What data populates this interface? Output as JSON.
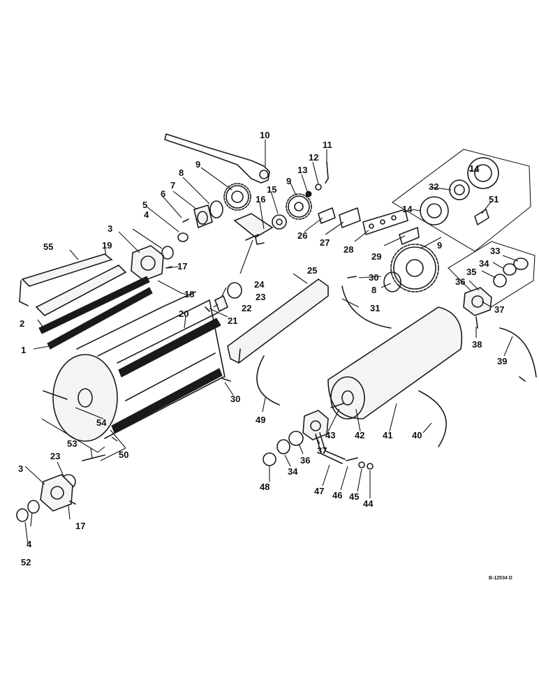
{
  "diagram": {
    "reference_code": "B-12534 D",
    "callouts": [
      "1",
      "2",
      "3",
      "4",
      "5",
      "6",
      "7",
      "8",
      "9",
      "10",
      "11",
      "12",
      "13",
      "14",
      "15",
      "16",
      "17",
      "18",
      "19",
      "20",
      "21",
      "22",
      "23",
      "24",
      "25",
      "26",
      "27",
      "28",
      "29",
      "30",
      "31",
      "32",
      "33",
      "34",
      "35",
      "36",
      "37",
      "38",
      "39",
      "40",
      "41",
      "42",
      "43",
      "44",
      "45",
      "46",
      "47",
      "48",
      "49",
      "50",
      "51",
      "52",
      "53",
      "54",
      "55"
    ]
  }
}
